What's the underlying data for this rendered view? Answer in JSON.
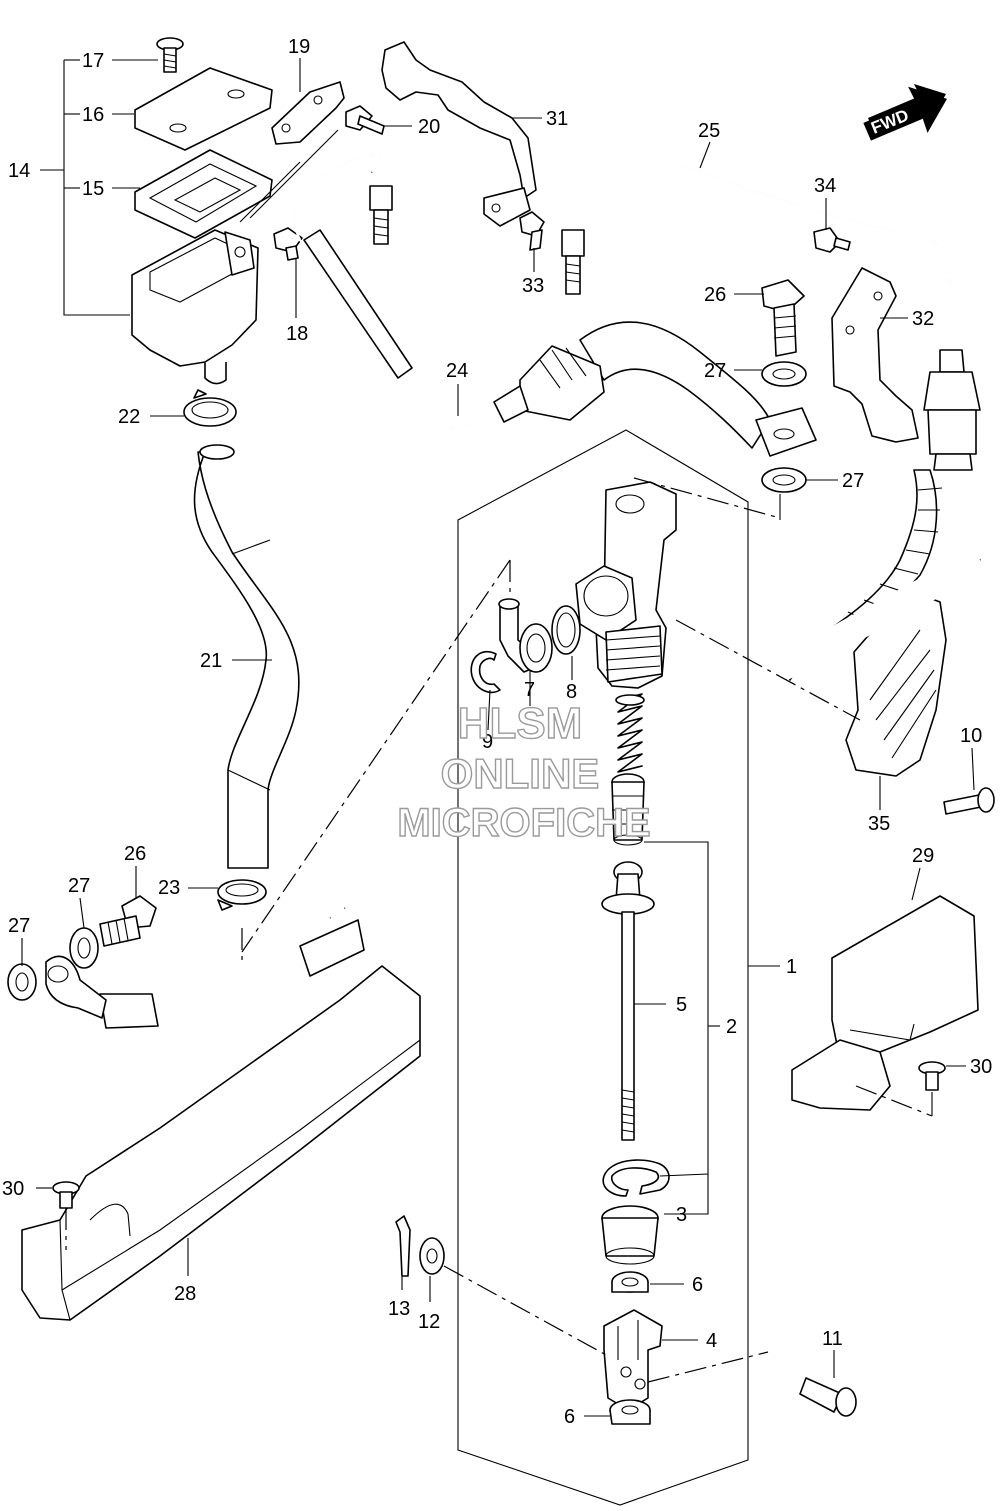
{
  "watermark": {
    "line1": "HLSM",
    "line2": "ONLINE",
    "line3": "MICROFICHE"
  },
  "fwd_badge": "FWD",
  "callouts": [
    {
      "id": "c17",
      "text": "17"
    },
    {
      "id": "c16",
      "text": "16"
    },
    {
      "id": "c14",
      "text": "14"
    },
    {
      "id": "c15",
      "text": "15"
    },
    {
      "id": "c19",
      "text": "19"
    },
    {
      "id": "c20",
      "text": "20"
    },
    {
      "id": "c18",
      "text": "18"
    },
    {
      "id": "c22",
      "text": "22"
    },
    {
      "id": "c31",
      "text": "31"
    },
    {
      "id": "c33",
      "text": "33"
    },
    {
      "id": "c25",
      "text": "25"
    },
    {
      "id": "c34",
      "text": "34"
    },
    {
      "id": "c26a",
      "text": "26"
    },
    {
      "id": "c32",
      "text": "32"
    },
    {
      "id": "c27a",
      "text": "27"
    },
    {
      "id": "c27b",
      "text": "27"
    },
    {
      "id": "c24",
      "text": "24"
    },
    {
      "id": "c21",
      "text": "21"
    },
    {
      "id": "c7",
      "text": "7"
    },
    {
      "id": "c8",
      "text": "8"
    },
    {
      "id": "c9",
      "text": "9"
    },
    {
      "id": "c10",
      "text": "10"
    },
    {
      "id": "c35",
      "text": "35"
    },
    {
      "id": "c29",
      "text": "29"
    },
    {
      "id": "c26b",
      "text": "26"
    },
    {
      "id": "c27c",
      "text": "27"
    },
    {
      "id": "c27d",
      "text": "27"
    },
    {
      "id": "c23",
      "text": "23"
    },
    {
      "id": "c1",
      "text": "1"
    },
    {
      "id": "c5",
      "text": "5"
    },
    {
      "id": "c2",
      "text": "2"
    },
    {
      "id": "c30a",
      "text": "30"
    },
    {
      "id": "c30b",
      "text": "30"
    },
    {
      "id": "c3",
      "text": "3"
    },
    {
      "id": "c6a",
      "text": "6"
    },
    {
      "id": "c28",
      "text": "28"
    },
    {
      "id": "c13",
      "text": "13"
    },
    {
      "id": "c12",
      "text": "12"
    },
    {
      "id": "c4",
      "text": "4"
    },
    {
      "id": "c11",
      "text": "11"
    },
    {
      "id": "c6b",
      "text": "6"
    }
  ]
}
